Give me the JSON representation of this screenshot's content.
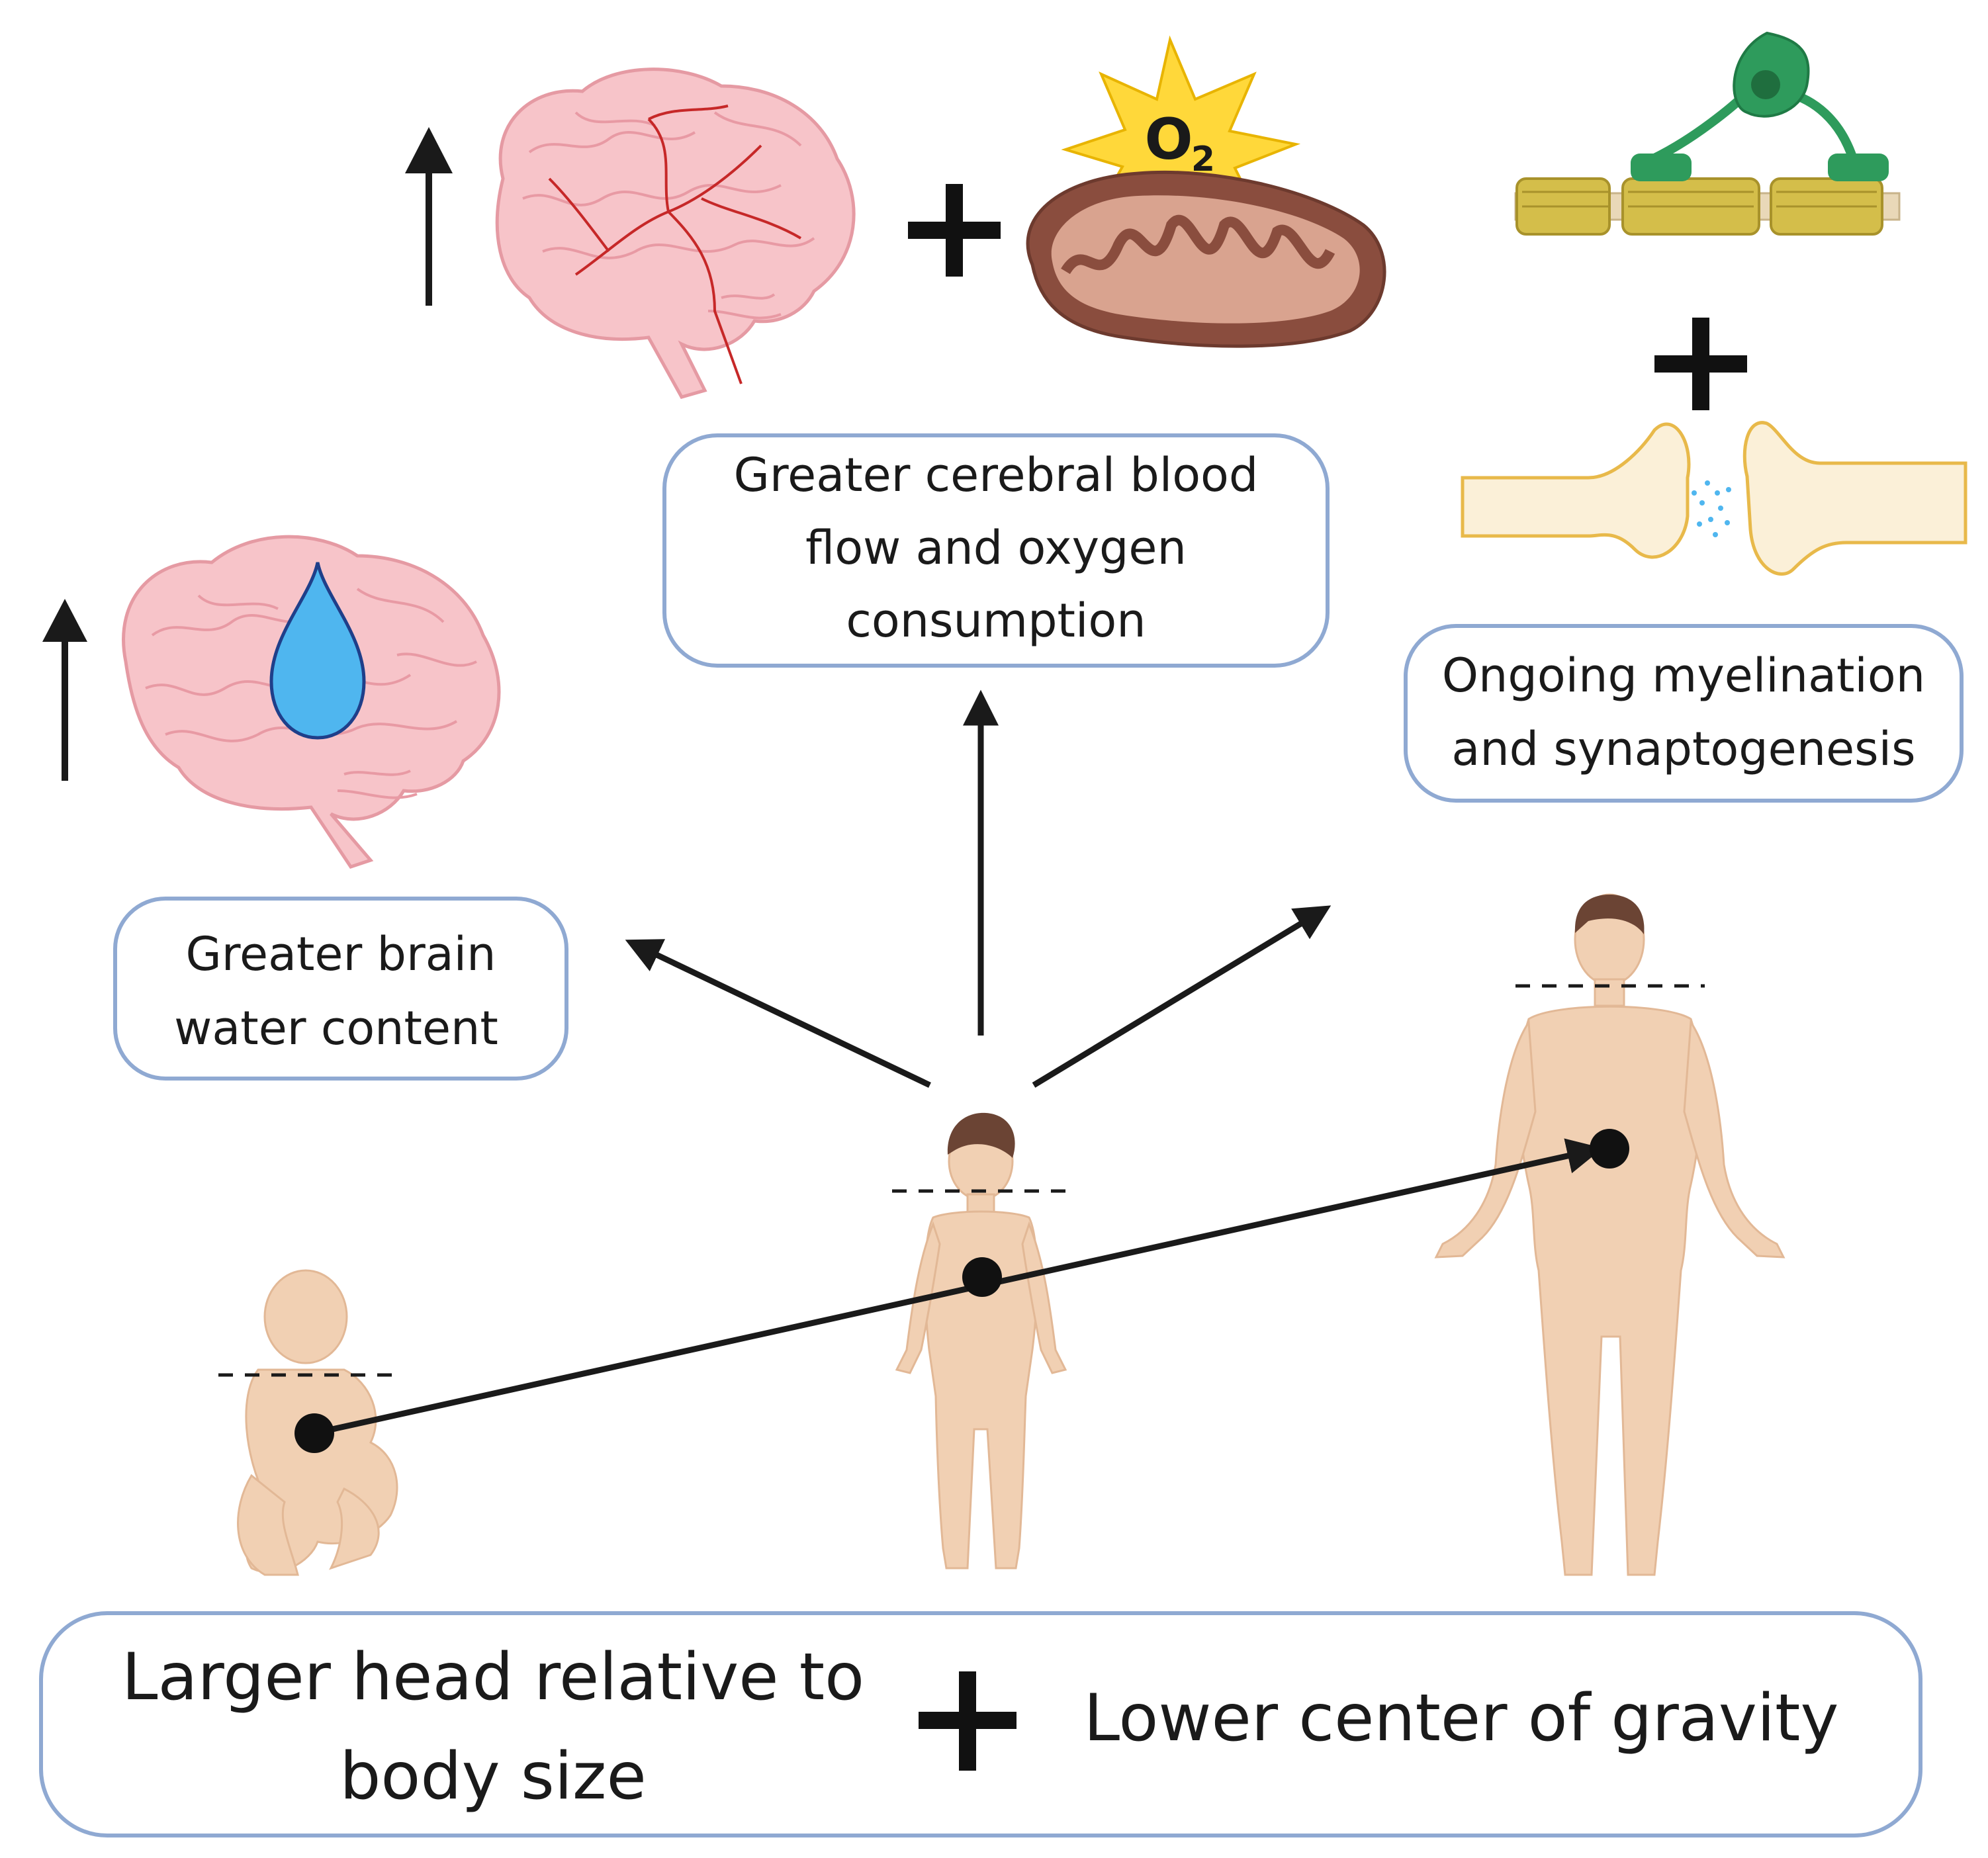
{
  "boxes": {
    "blood_flow": [
      "Greater cerebral blood",
      "flow and oxygen",
      "consumption"
    ],
    "myelination": [
      "Ongoing myelination",
      "and synaptogenesis"
    ],
    "water": [
      "Greater brain",
      "water content"
    ],
    "head_size": [
      "Larger head relative to",
      "body size"
    ],
    "gravity": "Lower center of gravity"
  },
  "oxygen": {
    "symbol": "O",
    "subscript": "2"
  },
  "colors": {
    "box_border": "#8fa9d2",
    "brain_pink": "#f7c4c9",
    "vessel_red": "#c62828",
    "water_blue": "#4fb6ef",
    "neuron_green": "#2e9b5c",
    "myelin_yellow": "#d4be4a",
    "skin": "#f1d0b3",
    "mitochondria_brown": "#8a4d3e",
    "star_yellow": "#ffd83a"
  },
  "icons": [
    "brain-with-vessels-icon",
    "mitochondria-icon",
    "oxygen-star-icon",
    "myelinated-neuron-icon",
    "synapse-icon",
    "brain-water-drop-icon",
    "infant-figure-icon",
    "child-figure-icon",
    "adult-figure-icon",
    "up-arrow-icon",
    "plus-icon"
  ]
}
